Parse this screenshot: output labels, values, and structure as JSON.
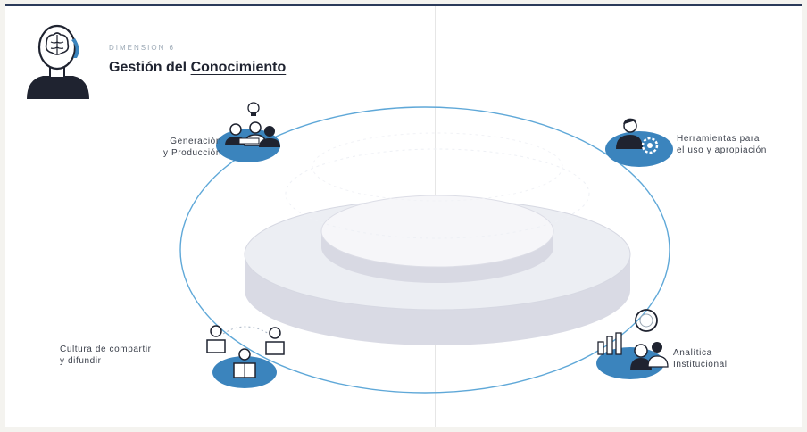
{
  "header": {
    "dimension_label": "DIMENSION 6",
    "title_part1": "Gestión del",
    "title_part2": "Conocimiento",
    "icon": "head-brain-icon"
  },
  "nodes": [
    {
      "id": "generacion",
      "line1": "Generación",
      "line2": "y Producción",
      "icon": "team-lightbulb-icon"
    },
    {
      "id": "herramientas",
      "line1": "Herramientas para",
      "line2": "el uso y apropiación",
      "icon": "person-gear-icon"
    },
    {
      "id": "cultura",
      "line1": "Cultura de compartir",
      "line2": "y difundir",
      "icon": "people-reading-icon"
    },
    {
      "id": "analitica",
      "line1": "Analítica",
      "line2": "Institucional",
      "icon": "analytics-chart-icon"
    }
  ],
  "colors": {
    "accent_blue": "#3b84bd",
    "dark_navy": "#1f2330",
    "ring_blue": "#5fa8d8",
    "platform": "#e4e5ec"
  }
}
